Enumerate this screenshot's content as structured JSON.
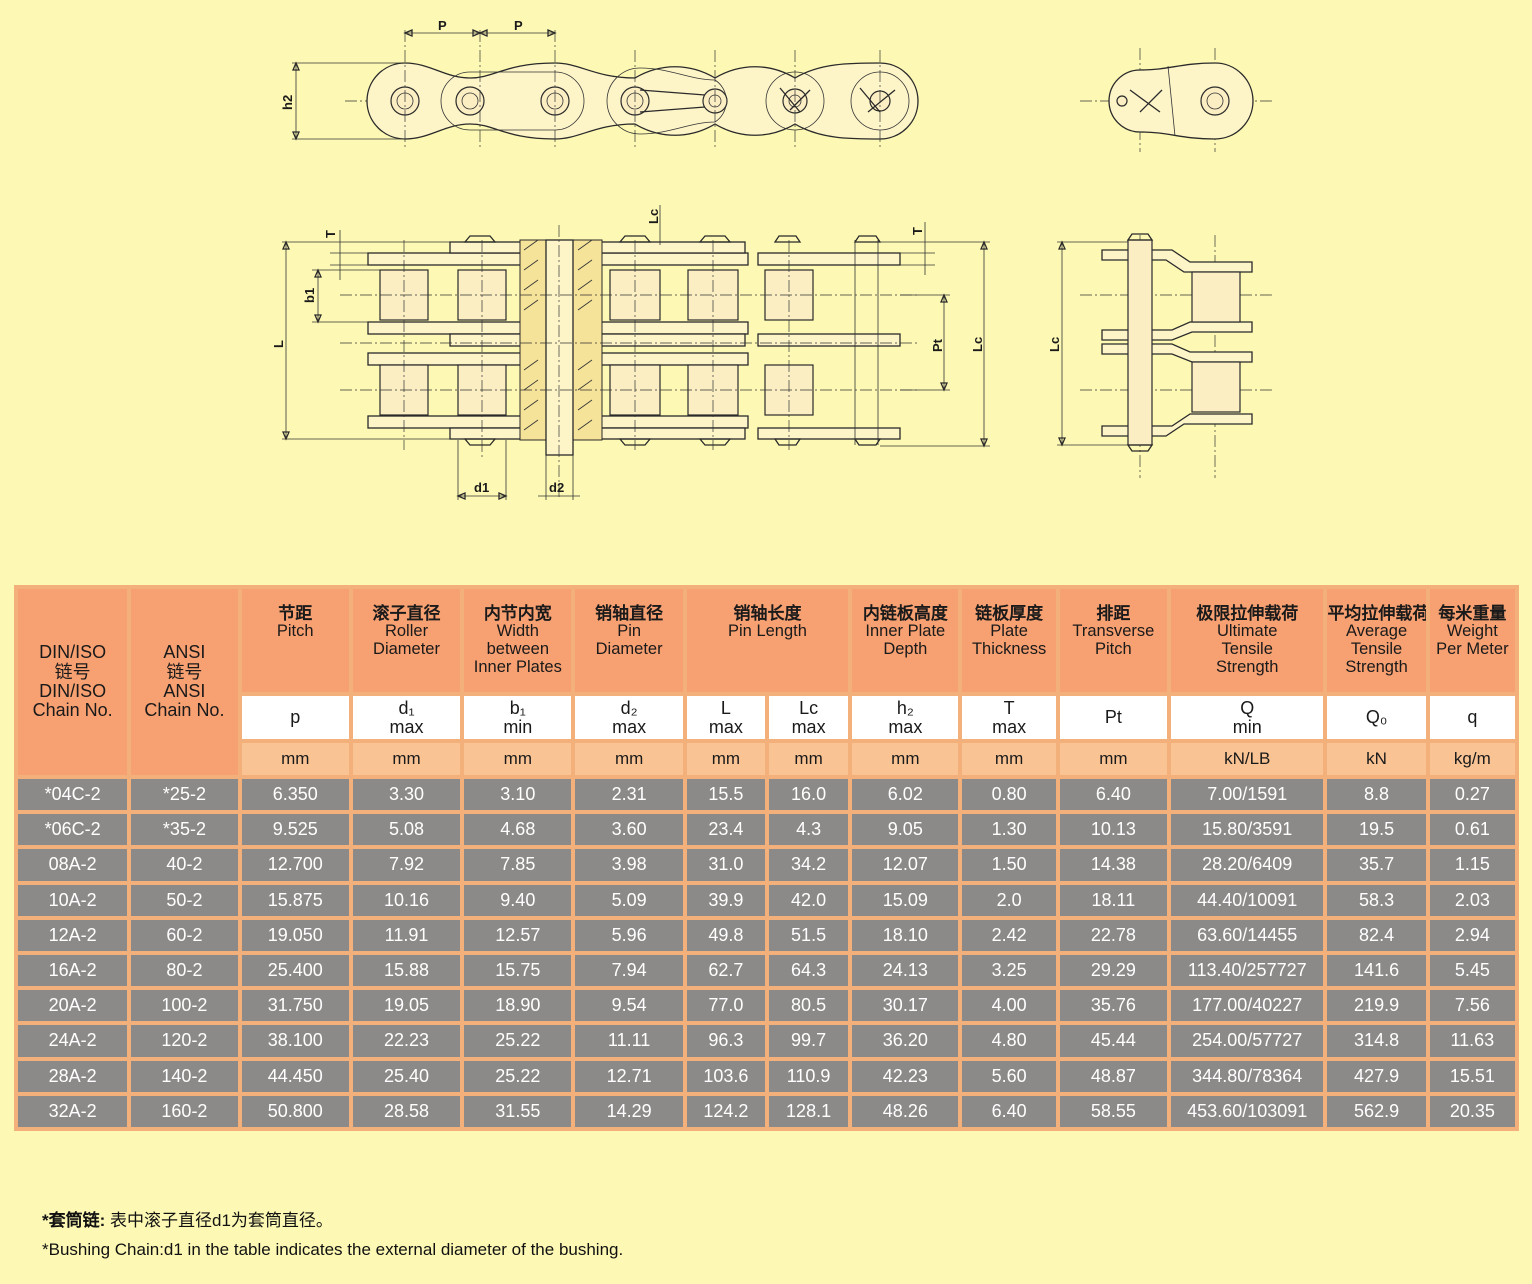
{
  "drawing_labels": {
    "p": "P",
    "h2": "h2",
    "T": "T",
    "Lc": "Lc",
    "b1": "b1",
    "L": "L",
    "Pt": "Pt",
    "d1": "d1",
    "d2": "d2"
  },
  "table": {
    "headers": [
      {
        "zh": "DIN/ISO",
        "zh2": "链号",
        "en1": "DIN/ISO",
        "en2": "Chain No."
      },
      {
        "zh": "ANSI",
        "zh2": "链号",
        "en1": "ANSI",
        "en2": "Chain No."
      },
      {
        "zh": "节距",
        "en": [
          "Pitch"
        ]
      },
      {
        "zh": "滚子直径",
        "en": [
          "Roller",
          "Diameter"
        ]
      },
      {
        "zh": "内节内宽",
        "en": [
          "Width",
          "between",
          "Inner Plates"
        ]
      },
      {
        "zh": "销轴直径",
        "en": [
          "Pin",
          "Diameter"
        ]
      },
      {
        "zh": "销轴长度",
        "en": [
          "Pin Length"
        ]
      },
      {
        "zh": "内链板高度",
        "en": [
          "Inner Plate",
          "Depth"
        ]
      },
      {
        "zh": "链板厚度",
        "en": [
          "Plate",
          "Thickness"
        ]
      },
      {
        "zh": "排距",
        "en": [
          "Transverse",
          "Pitch"
        ]
      },
      {
        "zh": "极限拉伸载荷",
        "en": [
          "Ultimate",
          "Tensile",
          "Strength"
        ]
      },
      {
        "zh": "平均拉伸载荷",
        "en": [
          "Average",
          "Tensile",
          "Strength"
        ]
      },
      {
        "zh": "每米重量",
        "en": [
          "Weight",
          "Per Meter"
        ]
      }
    ],
    "symbols": [
      {
        "sym": "p",
        "sub": ""
      },
      {
        "sym": "d₁",
        "sub": "max"
      },
      {
        "sym": "b₁",
        "sub": "min"
      },
      {
        "sym": "d₂",
        "sub": "max"
      },
      {
        "sym": "L",
        "sub": "max"
      },
      {
        "sym": "Lc",
        "sub": "max"
      },
      {
        "sym": "h₂",
        "sub": "max"
      },
      {
        "sym": "T",
        "sub": "max"
      },
      {
        "sym": "Pt",
        "sub": ""
      },
      {
        "sym": "Q",
        "sub": "min"
      },
      {
        "sym": "Q₀",
        "sub": ""
      },
      {
        "sym": "q",
        "sub": ""
      }
    ],
    "units": [
      "mm",
      "mm",
      "mm",
      "mm",
      "mm",
      "mm",
      "mm",
      "mm",
      "mm",
      "kN/LB",
      "kN",
      "kg/m"
    ],
    "rows": [
      [
        "*04C-2",
        "*25-2",
        "6.350",
        "3.30",
        "3.10",
        "2.31",
        "15.5",
        "16.0",
        "6.02",
        "0.80",
        "6.40",
        "7.00/1591",
        "8.8",
        "0.27"
      ],
      [
        "*06C-2",
        "*35-2",
        "9.525",
        "5.08",
        "4.68",
        "3.60",
        "23.4",
        "4.3",
        "9.05",
        "1.30",
        "10.13",
        "15.80/3591",
        "19.5",
        "0.61"
      ],
      [
        "08A-2",
        "40-2",
        "12.700",
        "7.92",
        "7.85",
        "3.98",
        "31.0",
        "34.2",
        "12.07",
        "1.50",
        "14.38",
        "28.20/6409",
        "35.7",
        "1.15"
      ],
      [
        "10A-2",
        "50-2",
        "15.875",
        "10.16",
        "9.40",
        "5.09",
        "39.9",
        "42.0",
        "15.09",
        "2.0",
        "18.11",
        "44.40/10091",
        "58.3",
        "2.03"
      ],
      [
        "12A-2",
        "60-2",
        "19.050",
        "11.91",
        "12.57",
        "5.96",
        "49.8",
        "51.5",
        "18.10",
        "2.42",
        "22.78",
        "63.60/14455",
        "82.4",
        "2.94"
      ],
      [
        "16A-2",
        "80-2",
        "25.400",
        "15.88",
        "15.75",
        "7.94",
        "62.7",
        "64.3",
        "24.13",
        "3.25",
        "29.29",
        "113.40/257727",
        "141.6",
        "5.45"
      ],
      [
        "20A-2",
        "100-2",
        "31.750",
        "19.05",
        "18.90",
        "9.54",
        "77.0",
        "80.5",
        "30.17",
        "4.00",
        "35.76",
        "177.00/40227",
        "219.9",
        "7.56"
      ],
      [
        "24A-2",
        "120-2",
        "38.100",
        "22.23",
        "25.22",
        "11.11",
        "96.3",
        "99.7",
        "36.20",
        "4.80",
        "45.44",
        "254.00/57727",
        "314.8",
        "11.63"
      ],
      [
        "28A-2",
        "140-2",
        "44.450",
        "25.40",
        "25.22",
        "12.71",
        "103.6",
        "110.9",
        "42.23",
        "5.60",
        "48.87",
        "344.80/78364",
        "427.9",
        "15.51"
      ],
      [
        "32A-2",
        "160-2",
        "50.800",
        "28.58",
        "31.55",
        "14.29",
        "124.2",
        "128.1",
        "48.26",
        "6.40",
        "58.55",
        "453.60/103091",
        "562.9",
        "20.35"
      ]
    ]
  },
  "footnote": {
    "zh_label": "*套筒链:",
    "zh_text": "表中滚子直径d1为套筒直径。",
    "en_text": "*Bushing Chain:d1 in the table indicates the external diameter of the bushing."
  }
}
